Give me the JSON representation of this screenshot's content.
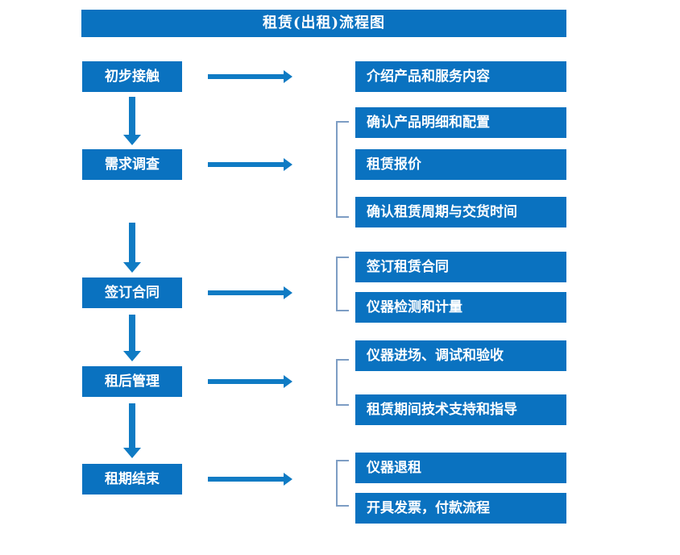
{
  "diagram": {
    "title": "租赁(出租)流程图",
    "accent_color": "#0a72c0",
    "arrow_color": "#0f7bc4",
    "bracket_color": "#7d9dc4",
    "text_color": "#ffffff",
    "background_color": "#ffffff"
  },
  "stages": [
    {
      "id": "stage-1",
      "label": "初步接触"
    },
    {
      "id": "stage-2",
      "label": "需求调查"
    },
    {
      "id": "stage-3",
      "label": "签订合同"
    },
    {
      "id": "stage-4",
      "label": "租后管理"
    },
    {
      "id": "stage-5",
      "label": "租期结束"
    }
  ],
  "details": [
    {
      "id": "detail-1",
      "label": "介绍产品和服务内容"
    },
    {
      "id": "detail-2",
      "label": "确认产品明细和配置"
    },
    {
      "id": "detail-3",
      "label": "租赁报价"
    },
    {
      "id": "detail-4",
      "label": "确认租赁周期与交货时间"
    },
    {
      "id": "detail-5",
      "label": "签订租赁合同"
    },
    {
      "id": "detail-6",
      "label": "仪器检测和计量"
    },
    {
      "id": "detail-7",
      "label": "仪器进场、调试和验收"
    },
    {
      "id": "detail-8",
      "label": "租赁期间技术支持和指导"
    },
    {
      "id": "detail-9",
      "label": "仪器退租"
    },
    {
      "id": "detail-10",
      "label": "开具发票，付款流程"
    }
  ],
  "groups": [
    {
      "id": "group-1",
      "from_detail": "detail-2",
      "to_detail": "detail-4",
      "for_stage": "stage-2"
    },
    {
      "id": "group-2",
      "from_detail": "detail-5",
      "to_detail": "detail-6",
      "for_stage": "stage-3"
    },
    {
      "id": "group-3",
      "from_detail": "detail-7",
      "to_detail": "detail-8",
      "for_stage": "stage-4"
    },
    {
      "id": "group-4",
      "from_detail": "detail-9",
      "to_detail": "detail-10",
      "for_stage": "stage-5"
    }
  ],
  "connectors": {
    "vertical": [
      {
        "id": "v-1",
        "from_stage": "stage-1",
        "to_stage": "stage-2"
      },
      {
        "id": "v-2",
        "from_stage": "stage-2",
        "to_stage": "stage-3"
      },
      {
        "id": "v-3",
        "from_stage": "stage-3",
        "to_stage": "stage-4"
      },
      {
        "id": "v-4",
        "from_stage": "stage-4",
        "to_stage": "stage-5"
      }
    ],
    "horizontal": [
      {
        "id": "h-1",
        "from_stage": "stage-1"
      },
      {
        "id": "h-2",
        "from_stage": "stage-2"
      },
      {
        "id": "h-3",
        "from_stage": "stage-3"
      },
      {
        "id": "h-4",
        "from_stage": "stage-4"
      },
      {
        "id": "h-5",
        "from_stage": "stage-5"
      }
    ]
  }
}
